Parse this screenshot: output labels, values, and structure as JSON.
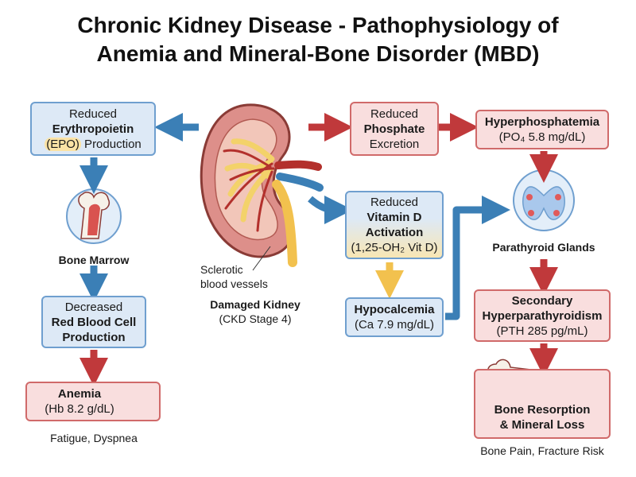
{
  "title": {
    "line1": "Chronic Kidney Disease - Pathophysiology of",
    "line2": "Anemia and Mineral-Bone Disorder (MBD)"
  },
  "epo": {
    "line1": "Reduced",
    "line2": "Erythropoietin",
    "line3a": "(EPO)",
    "line3b": " Production"
  },
  "bone_marrow": {
    "label": "Bone Marrow"
  },
  "rbc": {
    "line1": "Decreased",
    "line2": "Red Blood Cell",
    "line3": "Production"
  },
  "anemia": {
    "line1": "Anemia",
    "line2": "(Hb 8.2 g/dL)",
    "caption": "Fatigue, Dyspnea"
  },
  "kidney": {
    "vessel_label_1": "Sclerotic",
    "vessel_label_2": "blood vessels",
    "label": "Damaged Kidney",
    "stage": "(CKD Stage 4)"
  },
  "phosphate": {
    "line1": "Reduced",
    "line2": "Phosphate",
    "line3": "Excretion"
  },
  "hyperphosphatemia": {
    "line1": "Hyperphosphatemia",
    "line2": "(PO₄ 5.8 mg/dL)"
  },
  "vitd": {
    "line1": "Reduced",
    "line2": "Vitamin D",
    "line3": "Activation",
    "line4": "(1,25-OH₂ Vit D)"
  },
  "hypocalcemia": {
    "line1": "Hypocalcemia",
    "line2": "(Ca 7.9 mg/dL)"
  },
  "parathyroid": {
    "label": "Parathyroid Glands"
  },
  "shpt": {
    "line1": "Secondary",
    "line2": "Hyperparathyroidism",
    "line3": "(PTH 285 pg/mL)"
  },
  "bone": {
    "line1": "Bone Resorption",
    "line2": "& Mineral Loss",
    "caption": "Bone Pain, Fracture Risk"
  },
  "colors": {
    "blue_fill": "#dde9f6",
    "blue_border": "#6f9fcf",
    "blue_arrow": "#3b7fb6",
    "red_fill": "#f9dede",
    "red_border": "#d06a6a",
    "red_arrow": "#c0393b",
    "yellow": "#f2c14e"
  }
}
